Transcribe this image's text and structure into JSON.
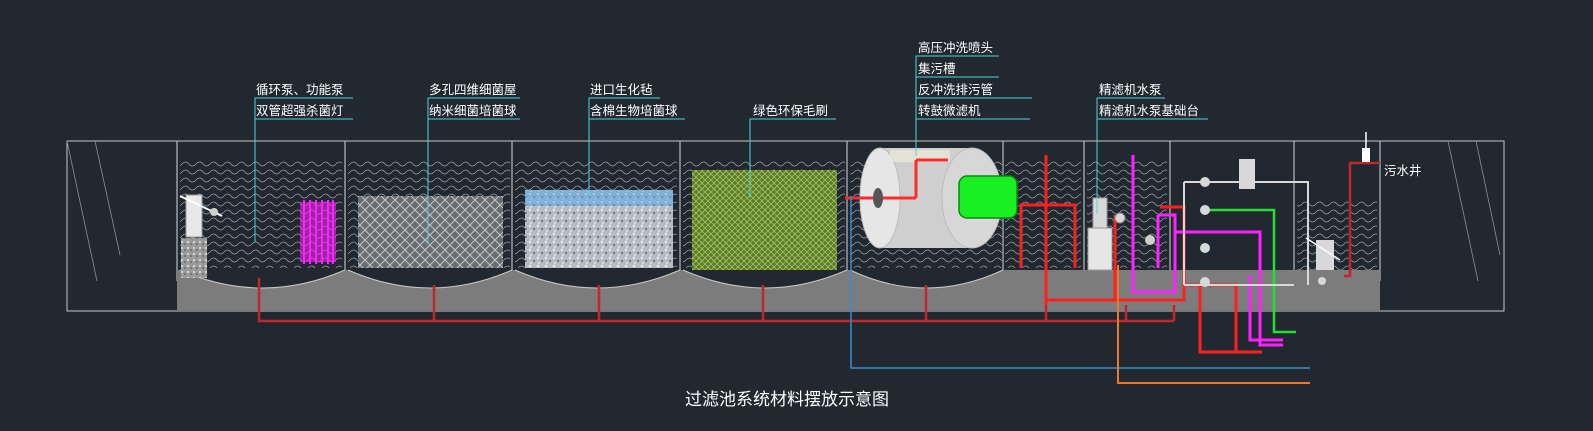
{
  "title": "过滤池系统材料摆放示意图",
  "labels": {
    "pump": "循环泵、功能泵",
    "uv_lamp": "双管超强杀菌灯",
    "bio_layer": "多孔四维细菌屋",
    "nano_ball": "纳米细菌培菌球",
    "bio_felt": "进口生化毡",
    "cotton_ball": "含棉生物培菌球",
    "brush": "绿色环保毛刷",
    "nozzle": "高压冲洗喷头",
    "sewage_trough": "集污槽",
    "backwash_pipe": "反冲洗排污管",
    "drum_filter": "转鼓微滤机",
    "fine_pump": "精滤机水泵",
    "pump_base": "精滤机水泵基础台",
    "sewage_well": "污水井"
  },
  "colors": {
    "background": "#212830",
    "frame": "#c8c8c8",
    "leader": "#4fd3dc",
    "drain_pipe": "#c0262a",
    "hot_pipe": "#ff1f1f",
    "magenta_pipe": "#ff21ff",
    "green_pipe": "#22e034",
    "orange_pipe": "#f0762a",
    "blue_pipe": "#3a8ad8",
    "floor": "#7c7c7c"
  }
}
